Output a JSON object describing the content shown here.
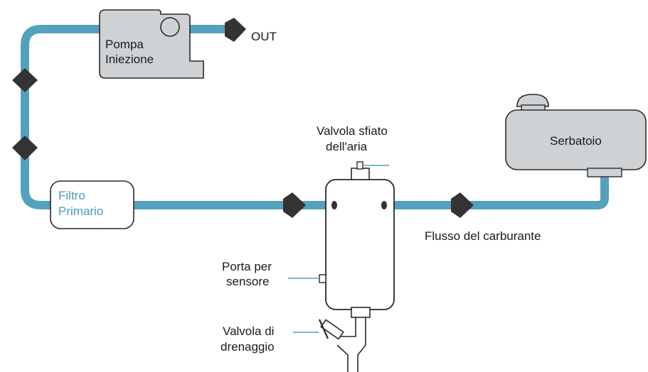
{
  "colors": {
    "pipe": "#54a1be",
    "component_fill": "#cfd2d5",
    "outline": "#2a2a2a",
    "valve": "#333333",
    "text": "#1a1a1a",
    "filter_text": "#4a9bb8"
  },
  "labels": {
    "pump_line1": "Pompa",
    "pump_line2": "Iniezione",
    "out": "OUT",
    "vent_line1": "Valvola sfiato",
    "vent_line2": "dell'aria",
    "tank": "Serbatoio",
    "filter_line1": "Filtro",
    "filter_line2": "Primario",
    "flow": "Flusso del carburante",
    "sensor_line1": "Porta per",
    "sensor_line2": "sensore",
    "drain_line1": "Valvola di",
    "drain_line2": "drenaggio"
  }
}
